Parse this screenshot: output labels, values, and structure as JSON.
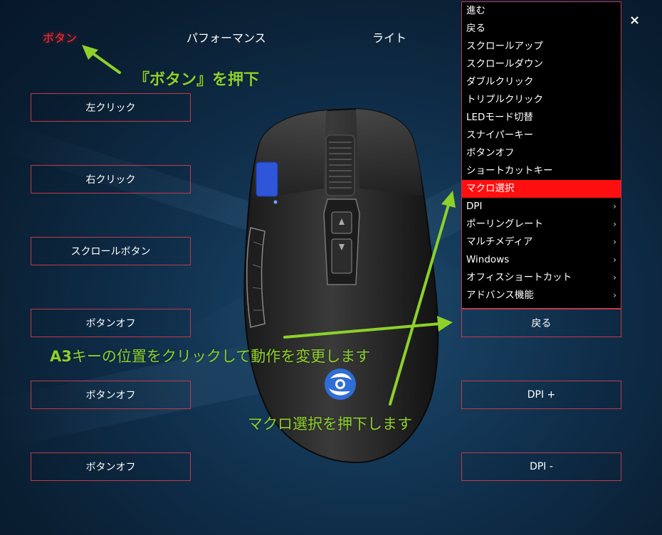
{
  "tabs": [
    {
      "label": "ボタン",
      "active": true
    },
    {
      "label": "パフォーマンス",
      "active": false
    },
    {
      "label": "ライト",
      "active": false
    }
  ],
  "close_label": "×",
  "left_buttons": [
    "左クリック",
    "右クリック",
    "スクロールボタン",
    "ボタンオフ",
    "ボタンオフ",
    "ボタンオフ"
  ],
  "right_buttons": [
    "戻る",
    "DPI +",
    "DPI -"
  ],
  "menu": {
    "items": [
      {
        "label": "進む",
        "submenu": false,
        "selected": false
      },
      {
        "label": "戻る",
        "submenu": false,
        "selected": false
      },
      {
        "label": "スクロールアップ",
        "submenu": false,
        "selected": false
      },
      {
        "label": "スクロールダウン",
        "submenu": false,
        "selected": false
      },
      {
        "label": "ダブルクリック",
        "submenu": false,
        "selected": false
      },
      {
        "label": "トリプルクリック",
        "submenu": false,
        "selected": false
      },
      {
        "label": "LEDモード切替",
        "submenu": false,
        "selected": false
      },
      {
        "label": "スナイパーキー",
        "submenu": false,
        "selected": false
      },
      {
        "label": "ボタンオフ",
        "submenu": false,
        "selected": false
      },
      {
        "label": "ショートカットキー",
        "submenu": false,
        "selected": false
      },
      {
        "label": "マクロ選択",
        "submenu": false,
        "selected": true
      },
      {
        "label": "DPI",
        "submenu": true,
        "selected": false
      },
      {
        "label": "ポーリングレート",
        "submenu": true,
        "selected": false
      },
      {
        "label": "マルチメディア",
        "submenu": true,
        "selected": false
      },
      {
        "label": "Windows",
        "submenu": true,
        "selected": false
      },
      {
        "label": "オフィスショートカット",
        "submenu": true,
        "selected": false
      },
      {
        "label": "アドバンス機能",
        "submenu": true,
        "selected": false
      }
    ],
    "submenu_arrow": "›"
  },
  "annotations": {
    "press_button_tab": "『ボタン』を押下",
    "a3_prefix": "A3",
    "a3_text": "キーの位置をクリックして動作を変更します",
    "press_macro": "マクロ選択を押下します"
  },
  "colors": {
    "accent_red": "#ff0f0f",
    "border_red": "#c23a4a",
    "annotation_green": "#8dd12a",
    "side_button_blue": "#2f56d8"
  }
}
